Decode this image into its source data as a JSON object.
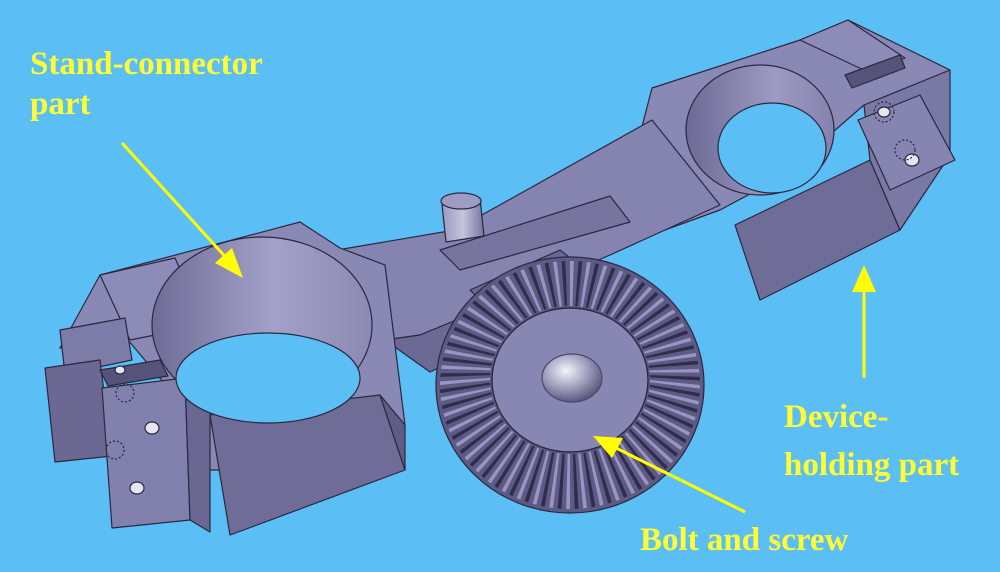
{
  "labels": {
    "stand_connector_line1": "Stand-connector",
    "stand_connector_line2": "part",
    "device_holding_line1": "Device-",
    "device_holding_line2": "holding part",
    "bolt_and_screw": "Bolt and screw"
  },
  "colors": {
    "background": "#5bbef5",
    "label_text": "#ffff33",
    "arrow": "#ffff00",
    "part_top": "#8a88b5",
    "part_side": "#6f6d98",
    "part_dark": "#55537a",
    "edge": "#2a2840"
  }
}
